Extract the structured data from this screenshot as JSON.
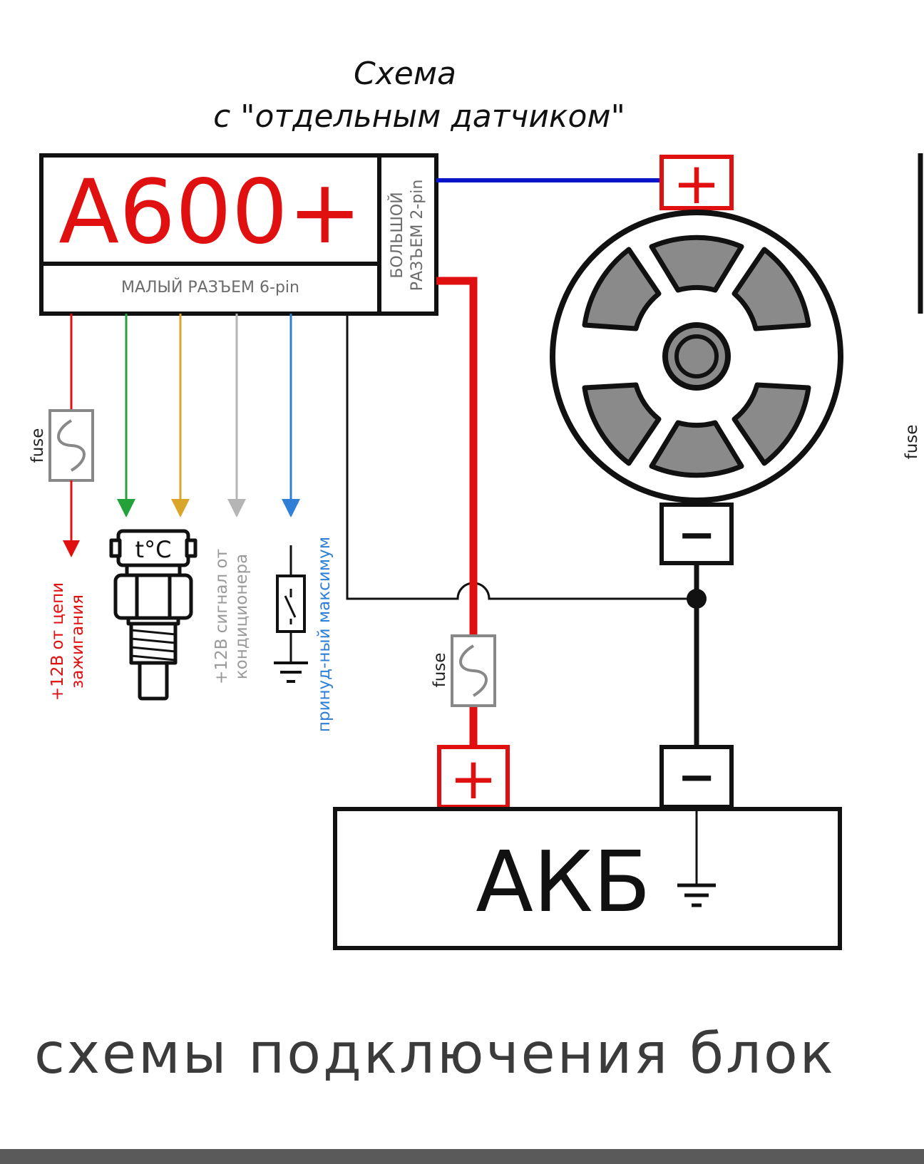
{
  "title": {
    "line1": "Схема",
    "line2": "с \"отдельным датчиком\""
  },
  "controller": {
    "model": "A600+",
    "small_connector": "МАЛЫЙ РАЗЪЕМ 6-pin",
    "big_connector_line1": "БОЛЬШОЙ",
    "big_connector_line2": "РАЗЪЕМ 2-pin"
  },
  "fuse_label": "fuse",
  "sensor_label": "t°C",
  "wires": {
    "ignition_line1": "+12В от цепи",
    "ignition_line2": "зажигания",
    "ac_line1": "+12В сигнал от",
    "ac_line2": "кондиционера",
    "force_max": "принуд-ный максимум"
  },
  "terminals": {
    "plus": "+",
    "minus": "−"
  },
  "battery": {
    "label": "АКБ"
  },
  "caption": "схемы подключения блок",
  "colors": {
    "red": "#e01010",
    "blue": "#0a17c8",
    "green": "#23a23a",
    "yellow": "#d9a62a",
    "gray": "#b5b5b5",
    "lightblue": "#2f7fd6",
    "black": "#111111",
    "fan_blade": "#8a8a8a"
  }
}
